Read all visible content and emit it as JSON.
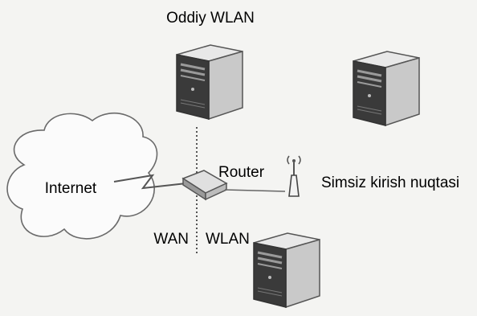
{
  "diagram": {
    "title": "Oddiy WLAN",
    "cloud_label": "Internet",
    "router_label": "Router",
    "access_point_label": "Simsiz kirish nuqtasi",
    "wan_label": "WAN",
    "wlan_label": "WLAN"
  },
  "colors": {
    "server_body": "#dcdcdc",
    "server_front": "#3a3a3a",
    "line": "#555555",
    "background": "#f4f4f2"
  }
}
